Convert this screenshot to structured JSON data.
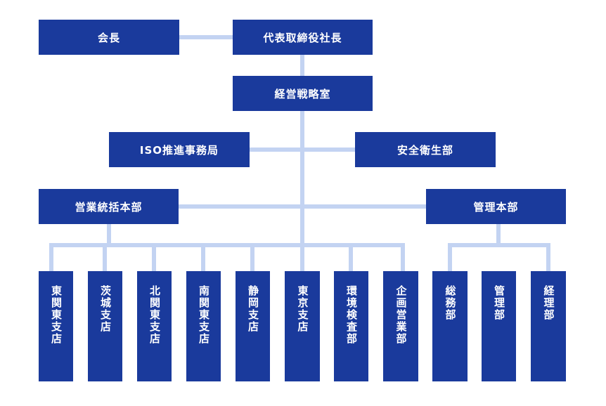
{
  "colors": {
    "box": "#1a3a9c",
    "line": "#c3d3f2",
    "text": "#ffffff"
  },
  "top": {
    "chairman": "会長",
    "president": "代表取締役社長",
    "strategy": "経営戦略室"
  },
  "staff": {
    "iso": "ISO推進事務局",
    "safety": "安全衛生部"
  },
  "divisions": {
    "sales": "営業統括本部",
    "admin": "管理本部"
  },
  "sales_units": [
    "東関東支店",
    "茨城支店",
    "北関東支店",
    "南関東支店",
    "静岡支店",
    "東京支店",
    "環境検査部",
    "企画営業部"
  ],
  "admin_units": [
    "総務部",
    "管理部",
    "経理部"
  ]
}
